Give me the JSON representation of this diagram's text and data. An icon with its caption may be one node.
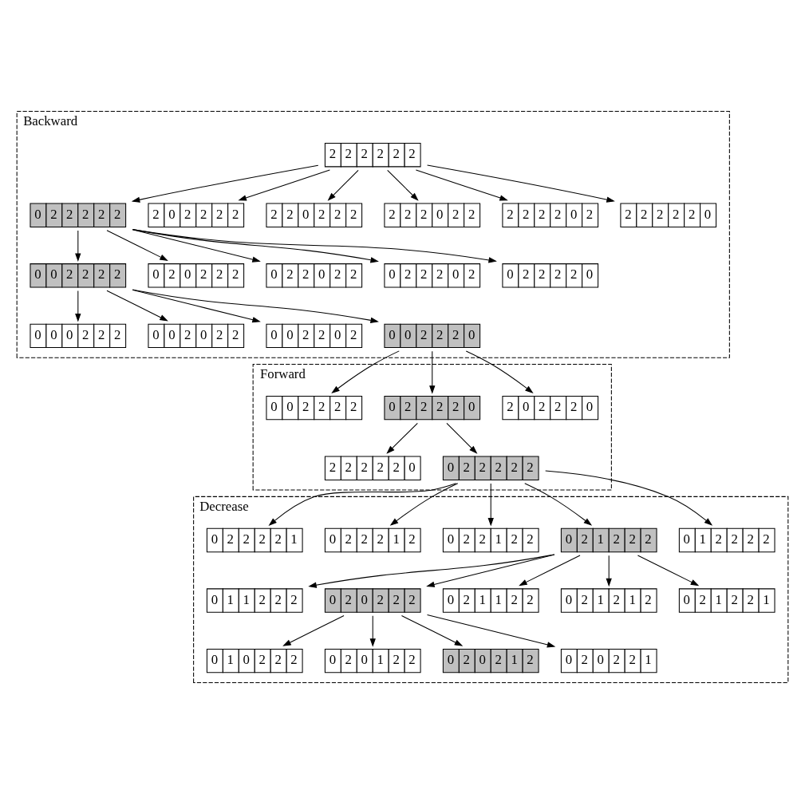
{
  "diagram": {
    "nodes": [
      {
        "text": [
          "Backward"
        ]
      },
      {
        "text": [
          "2",
          "2",
          "2",
          "2",
          "2",
          "2"
        ],
        "in": 0
      },
      {
        "text": [
          "0",
          "2",
          "2",
          "2",
          "2",
          "2"
        ],
        "in": 0
      },
      {
        "text": [
          "2",
          "0",
          "2",
          "2",
          "2",
          "2"
        ],
        "in": 0
      },
      {
        "text": [
          "2",
          "2",
          "0",
          "2",
          "2",
          "2"
        ],
        "in": 0
      },
      {
        "text": [
          "2",
          "2",
          "2",
          "0",
          "2",
          "2"
        ],
        "in": 0
      },
      {
        "text": [
          "2",
          "2",
          "2",
          "2",
          "0",
          "2"
        ],
        "in": 0
      },
      {
        "text": [
          "2",
          "2",
          "2",
          "2",
          "2",
          "0"
        ],
        "in": 0
      },
      {
        "text": [
          "0",
          "0",
          "2",
          "2",
          "2",
          "2"
        ],
        "in": 0
      },
      {
        "text": [
          "0",
          "2",
          "0",
          "2",
          "2",
          "2"
        ],
        "in": 0
      },
      {
        "text": [
          "0",
          "2",
          "2",
          "0",
          "2",
          "2"
        ],
        "in": 0
      },
      {
        "text": [
          "0",
          "2",
          "2",
          "2",
          "0",
          "2"
        ],
        "in": 0
      },
      {
        "text": [
          "0",
          "2",
          "2",
          "2",
          "2",
          "0"
        ],
        "in": 0
      },
      {
        "text": [
          "0",
          "0",
          "0",
          "2",
          "2",
          "2"
        ],
        "in": 0
      },
      {
        "text": [
          "0",
          "0",
          "2",
          "0",
          "2",
          "2"
        ],
        "in": 0
      },
      {
        "text": [
          "0",
          "0",
          "2",
          "2",
          "0",
          "2"
        ],
        "in": 0
      },
      {
        "text": [
          "0",
          "0",
          "2",
          "2",
          "2",
          "0"
        ],
        "in": 0
      },
      {
        "text": [
          "Forward"
        ]
      },
      {
        "text": [
          "2",
          "0",
          "2",
          "2",
          "2",
          "0"
        ],
        "in": 17
      },
      {
        "text": [
          "0",
          "2",
          "2",
          "2",
          "2",
          "0"
        ],
        "in": 17
      },
      {
        "text": [
          "0",
          "0",
          "2",
          "2",
          "2",
          "2"
        ],
        "in": 17
      },
      {
        "text": [
          "2",
          "2",
          "2",
          "2",
          "2",
          "0"
        ],
        "in": 17
      },
      {
        "text": [
          "0",
          "2",
          "2",
          "2",
          "2",
          "2"
        ],
        "in": 17
      },
      {
        "text": [
          "Decrease"
        ]
      },
      {
        "text": [
          "0",
          "1",
          "2",
          "2",
          "2",
          "2"
        ],
        "in": 23
      },
      {
        "text": [
          "0",
          "2",
          "1",
          "2",
          "2",
          "2"
        ],
        "in": 23
      },
      {
        "text": [
          "0",
          "2",
          "2",
          "1",
          "2",
          "2"
        ],
        "in": 23
      },
      {
        "text": [
          "0",
          "2",
          "2",
          "2",
          "1",
          "2"
        ],
        "in": 23
      },
      {
        "text": [
          "0",
          "2",
          "2",
          "2",
          "2",
          "1"
        ],
        "in": 23
      },
      {
        "text": [
          "0",
          "1",
          "1",
          "2",
          "2",
          "2"
        ],
        "in": 23
      },
      {
        "text": [
          "0",
          "2",
          "0",
          "2",
          "2",
          "2"
        ],
        "in": 23
      },
      {
        "text": [
          "0",
          "2",
          "1",
          "1",
          "2",
          "2"
        ],
        "in": 23
      },
      {
        "text": [
          "0",
          "2",
          "1",
          "2",
          "1",
          "2"
        ],
        "in": 23
      },
      {
        "text": [
          "0",
          "2",
          "1",
          "2",
          "2",
          "1"
        ],
        "in": 23
      },
      {
        "text": [
          "0",
          "1",
          "0",
          "2",
          "2",
          "2"
        ],
        "in": 23
      },
      {
        "text": [
          "0",
          "2",
          "0",
          "1",
          "2",
          "2"
        ],
        "in": 23
      },
      {
        "text": [
          "0",
          "2",
          "0",
          "2",
          "1",
          "2"
        ],
        "in": 23
      },
      {
        "text": [
          "0",
          "2",
          "0",
          "2",
          "2",
          "1"
        ],
        "in": 23
      }
    ],
    "edges": [
      {
        "from": 1,
        "to": 2,
        "arrow": "to"
      },
      {
        "from": 1,
        "to": 3,
        "arrow": "to"
      },
      {
        "from": 1,
        "to": 4,
        "arrow": "to"
      },
      {
        "from": 1,
        "to": 5,
        "arrow": "to"
      },
      {
        "from": 1,
        "to": 6,
        "arrow": "to"
      },
      {
        "from": 1,
        "to": 7,
        "arrow": "to"
      },
      {
        "from": 2,
        "to": 8,
        "arrow": "to"
      },
      {
        "from": 2,
        "to": 9,
        "arrow": "to"
      },
      {
        "from": 2,
        "to": 10,
        "arrow": "to"
      },
      {
        "from": 2,
        "to": 11,
        "arrow": "to"
      },
      {
        "from": 2,
        "to": 12,
        "arrow": "to"
      },
      {
        "from": 8,
        "to": 13,
        "arrow": "to"
      },
      {
        "from": 8,
        "to": 14,
        "arrow": "to"
      },
      {
        "from": 8,
        "to": 15,
        "arrow": "to"
      },
      {
        "from": 8,
        "to": 16,
        "arrow": "to"
      },
      {
        "from": 16,
        "to": 18,
        "arrow": "to"
      },
      {
        "from": 16,
        "to": 19,
        "arrow": "to"
      },
      {
        "from": 16,
        "to": 20,
        "arrow": "to"
      },
      {
        "from": 19,
        "to": 21,
        "arrow": "to"
      },
      {
        "from": 19,
        "to": 22,
        "arrow": "to"
      },
      {
        "from": 22,
        "to": 24,
        "arrow": "to"
      },
      {
        "from": 22,
        "to": 25,
        "arrow": "to"
      },
      {
        "from": 22,
        "to": 26,
        "arrow": "to"
      },
      {
        "from": 22,
        "to": 27,
        "arrow": "to"
      },
      {
        "from": 22,
        "to": 28,
        "arrow": "to"
      },
      {
        "from": 25,
        "to": 29,
        "arrow": "to"
      },
      {
        "from": 25,
        "to": 30,
        "arrow": "to"
      },
      {
        "from": 25,
        "to": 31,
        "arrow": "to"
      },
      {
        "from": 25,
        "to": 32,
        "arrow": "to"
      },
      {
        "from": 25,
        "to": 33,
        "arrow": "to"
      },
      {
        "from": 30,
        "to": 34,
        "arrow": "to"
      },
      {
        "from": 30,
        "to": 35,
        "arrow": "to"
      },
      {
        "from": 30,
        "to": 36,
        "arrow": "to"
      },
      {
        "from": 30,
        "to": 37,
        "arrow": "to"
      }
    ]
  }
}
